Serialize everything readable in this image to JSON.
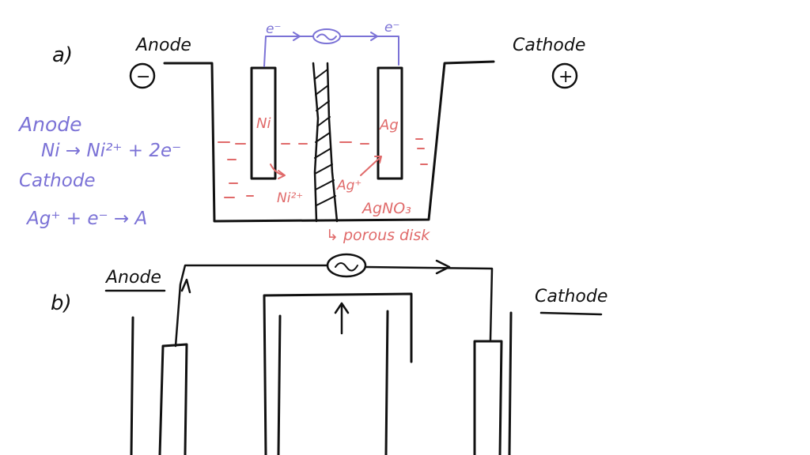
{
  "colors": {
    "ink": "#111111",
    "blue": "#7b72d6",
    "red": "#e06a6a"
  },
  "part_a": {
    "label": "a)",
    "anode_label": "Anode",
    "anode_sign": "−",
    "cathode_label": "Cathode",
    "cathode_sign": "+",
    "electron_left": "e⁻",
    "electron_right": "e⁻",
    "left_electrode": "Ni",
    "right_electrode": "Ag",
    "ni_ion": "Ni²⁺",
    "ag_ion": "Ag⁺",
    "solution": "AgNO₃",
    "porous_disk": "↳ porous disk"
  },
  "notes": {
    "anode_title": "Anode",
    "anode_reaction": "Ni → Ni²⁺ + 2e⁻",
    "cathode_title": "Cathode",
    "cathode_reaction": "Ag⁺ + e⁻ → A"
  },
  "part_b": {
    "label": "b)",
    "anode_label": "Anode",
    "cathode_label": "Cathode"
  }
}
